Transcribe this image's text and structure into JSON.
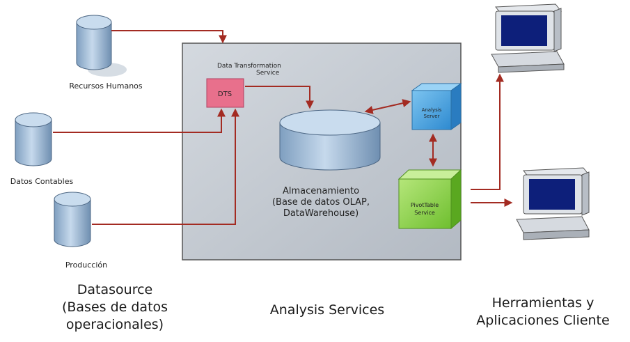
{
  "datasources": {
    "db1_label": "Recursos Humanos",
    "db2_label": "Datos Contables",
    "db3_label": "Producción",
    "caption_line1": "Datasource",
    "caption_line2": "(Bases de datos",
    "caption_line3": "operacionales)"
  },
  "analysis": {
    "dts_title_line1": "Data Transformation",
    "dts_title_line2": "Service",
    "dts_box": "DTS",
    "storage_line1": "Almacenamiento",
    "storage_line2": "(Base de datos OLAP,",
    "storage_line3": "DataWarehouse)",
    "analysis_server_line1": "Analysis",
    "analysis_server_line2": "Server",
    "pivot_line1": "PivotTable",
    "pivot_line2": "Service",
    "caption": "Analysis Services"
  },
  "clients": {
    "caption_line1": "Herramientas y",
    "caption_line2": "Aplicaciones Cliente"
  },
  "colors": {
    "arrow": "#a32b22",
    "db_fill": "#a9c4e0",
    "dts_fill": "#e8708c",
    "analysis_server_fill": "#4fa6e0",
    "pivot_fill": "#8cd14a",
    "panel_fill": "#c4cad1"
  }
}
